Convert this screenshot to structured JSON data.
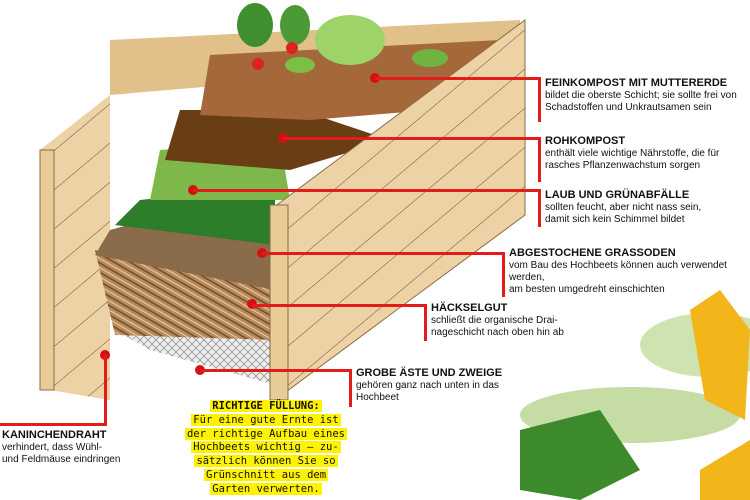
{
  "title": "Richtige Füllung eines Hochbeets",
  "colors": {
    "accent_red": "#e31b1b",
    "highlight_yellow": "#fff200"
  },
  "layers": [
    {
      "title": "FEINKOMPOST MIT MUTTERERDE",
      "line1": "bildet die oberste Schicht; sie sollte frei von",
      "line2": "Schadstoffen und Unkrautsamen sein"
    },
    {
      "title": "ROHKOMPOST",
      "line1": "enthält viele wichtige Nährstoffe, die für",
      "line2": "rasches Pflanzenwachstum sorgen"
    },
    {
      "title": "LAUB UND GRÜNABFÄLLE",
      "line1": "sollten feucht, aber nicht nass sein,",
      "line2": "damit sich kein Schimmel bildet"
    },
    {
      "title": "ABGESTOCHENE GRASSODEN",
      "line1": "vom Bau des Hochbeets können auch verwendet werden,",
      "line2": "am besten umgedreht einschichten"
    },
    {
      "title": "HÄCKSELGUT",
      "line1": "schließt die organische Drai-",
      "line2": "nageschicht nach oben hin ab"
    },
    {
      "title": "GROBE ÄSTE UND ZWEIGE",
      "line1": "gehören ganz nach unten in das",
      "line2": "Hochbeet"
    },
    {
      "title": "KANINCHENDRAHT",
      "line1": "verhindert, dass Wühl-",
      "line2": "und Feldmäuse eindringen"
    }
  ],
  "tip": {
    "heading": "RICHTIGE FÜLLUNG:",
    "lines": [
      "Für eine gute Ernte ist",
      "der richtige Aufbau eines",
      "Hochbeets wichtig – zu-",
      "sätzlich können Sie so",
      "Grünschnitt aus dem",
      "Garten verwerten."
    ]
  }
}
